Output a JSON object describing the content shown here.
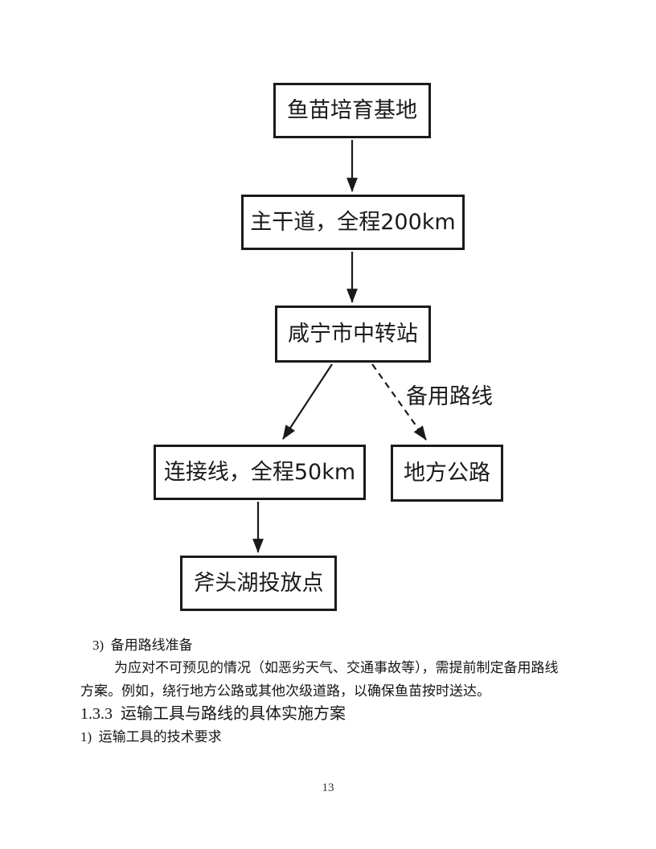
{
  "flowchart": {
    "nodes": [
      {
        "id": "base",
        "label": "鱼苗培育基地"
      },
      {
        "id": "main-road",
        "label": "主干道，全程200km"
      },
      {
        "id": "transfer-station",
        "label": "咸宁市中转站"
      },
      {
        "id": "connection-line",
        "label": "连接线，全程50km"
      },
      {
        "id": "local-highway",
        "label": "地方公路"
      },
      {
        "id": "release-point",
        "label": "斧头湖投放点"
      }
    ],
    "backup_route_label": "备用路线"
  },
  "body_text": {
    "list_item_3": "3)  备用路线准备",
    "paragraph_line_1": "为应对不可预见的情况（如恶劣天气、交通事故等），需提前制定备用路线",
    "paragraph_line_2": "方案。例如，绕行地方公路或其他次级道路，以确保鱼苗按时送达。",
    "section_heading": "1.3.3  运输工具与路线的具体实施方案",
    "list_item_1": "1)  运输工具的技术要求"
  },
  "footer": {
    "page_number": "13"
  },
  "colors": {
    "ink": "#1a1a1a",
    "paper": "#ffffff"
  }
}
